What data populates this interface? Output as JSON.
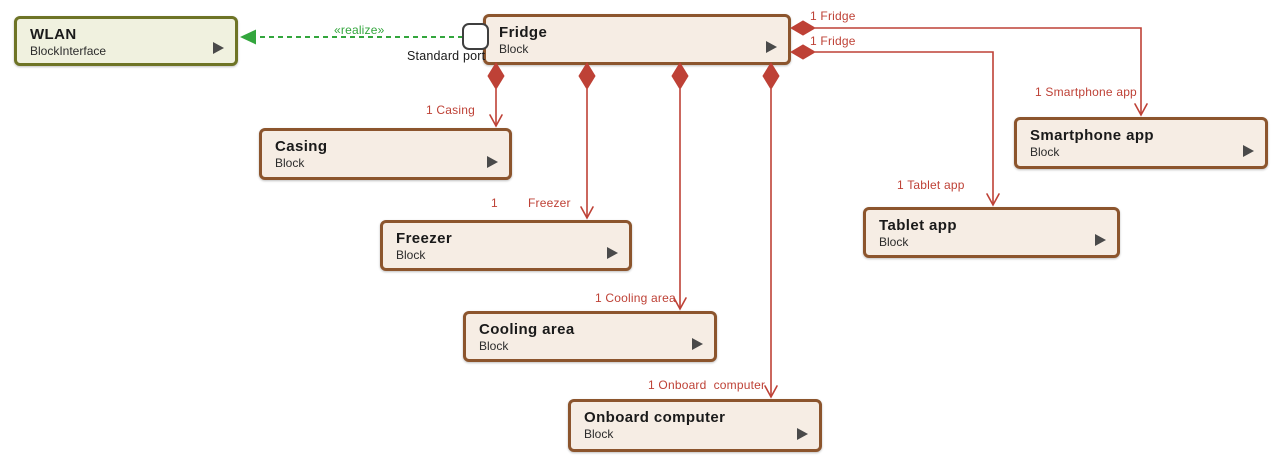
{
  "blocks": {
    "wlan": {
      "name": "WLAN",
      "stereotype": "BlockInterface"
    },
    "fridge": {
      "name": "Fridge",
      "stereotype": "Block"
    },
    "casing": {
      "name": "Casing",
      "stereotype": "Block"
    },
    "freezer": {
      "name": "Freezer",
      "stereotype": "Block"
    },
    "cooling_area": {
      "name": "Cooling area",
      "stereotype": "Block"
    },
    "onboard_computer": {
      "name": "Onboard computer",
      "stereotype": "Block"
    },
    "tablet_app": {
      "name": "Tablet app",
      "stereotype": "Block"
    },
    "smartphone_app": {
      "name": "Smartphone app",
      "stereotype": "Block"
    }
  },
  "port": {
    "label": "Standard port"
  },
  "realize": {
    "label": "«realize»"
  },
  "connector_labels": {
    "casing": "1 Casing",
    "freezer_multiplicity": "1",
    "freezer_role": "Freezer",
    "cooling_area": "1 Cooling area",
    "onboard_computer": "1 Onboard  computer",
    "tablet_app": "1 Tablet app",
    "smartphone_app": "1 Smartphone app",
    "fridge_to_smartphone": "1 Fridge",
    "fridge_to_tablet": "1 Fridge"
  },
  "colors": {
    "composition": "#be4136",
    "realize": "#33a63d",
    "block_border": "#8c552d",
    "block_fill": "#f6ede4",
    "iface_border": "#6e7426",
    "iface_fill": "#f0f1df",
    "port_border": "#3f3f3f",
    "icon": "#4a4a4a",
    "text": "#1a1a1a"
  }
}
